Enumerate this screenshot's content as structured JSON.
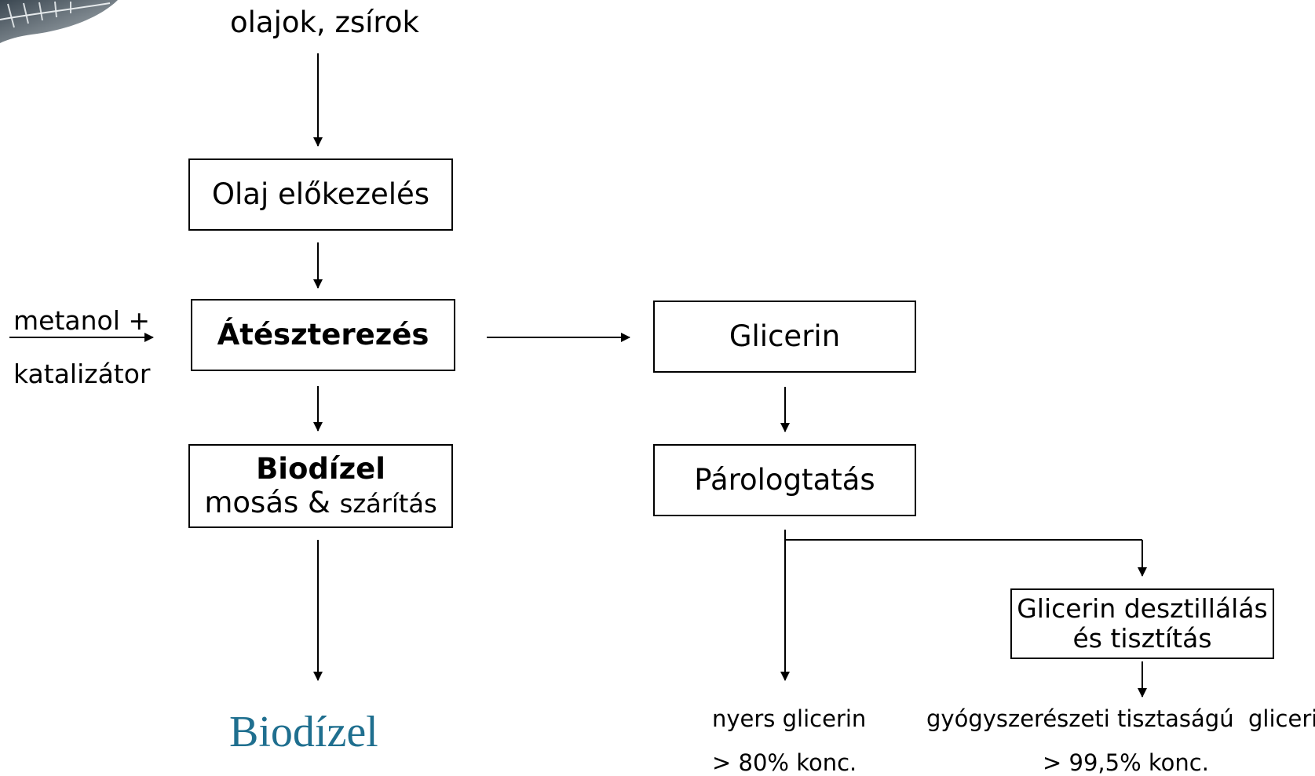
{
  "diagram": {
    "input_top": "olajok, zsírok",
    "side_input_line1": "metanol +",
    "side_input_line2": "katalizátor",
    "boxes": {
      "pretreatment": "Olaj előkezelés",
      "transesterification": "Átészterezés",
      "biodiesel_wash_title": "Biodízel",
      "biodiesel_wash_sub1": "mosás &",
      "biodiesel_wash_sub2": "szárítás",
      "glycerin": "Glicerin",
      "evaporation": "Párologtatás",
      "distillation_line1": "Glicerin desztillálás",
      "distillation_line2": "és tisztítás"
    },
    "outputs": {
      "biodiesel": "Biodízel",
      "crude_glycerin": "nyers glicerin",
      "crude_glycerin_conc": "> 80% konc.",
      "pharma_glycerin": "gyógyszerészeti tisztaságú  glicerin",
      "pharma_glycerin_conc": "> 99,5% konc."
    },
    "colors": {
      "biodiesel_output": "#1f6f8f",
      "line": "#000000"
    }
  }
}
